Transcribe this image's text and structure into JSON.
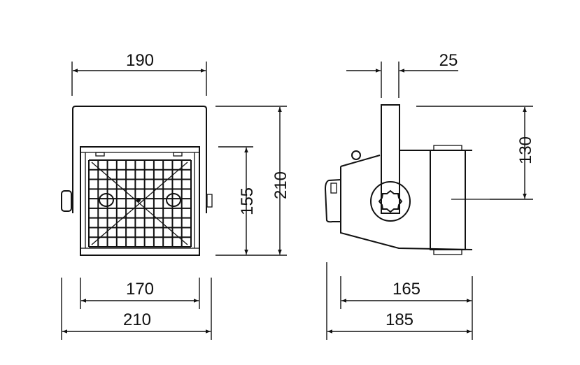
{
  "front_view": {
    "dim_top_width": "190",
    "dim_total_height": "210",
    "dim_body_height": "155",
    "dim_body_width": "170",
    "dim_total_width": "210"
  },
  "side_view": {
    "dim_bracket_width": "25",
    "dim_bracket_height": "130",
    "dim_body_depth": "165",
    "dim_total_depth": "185"
  },
  "colors": {
    "line": "#111111",
    "background": "#ffffff"
  }
}
